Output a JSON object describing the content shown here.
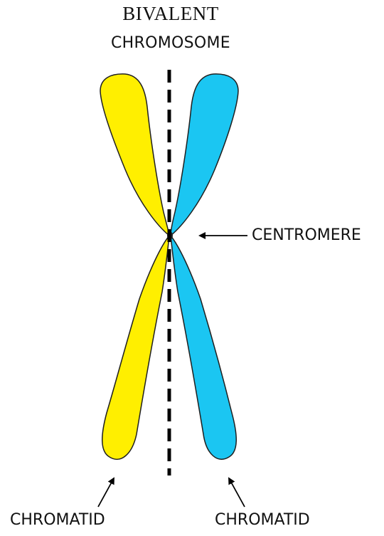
{
  "title": "BIVALENT",
  "subtitle": "CHROMOSOME",
  "labels": {
    "centromere": "CENTROMERE",
    "chromatid_left": "CHROMATID",
    "chromatid_right": "CHROMATID"
  },
  "colors": {
    "left_chromatid": "#ffef00",
    "right_chromatid": "#1bc6f2",
    "outline": "#1f1f1f",
    "axis_line": "#000000",
    "text": "#111111"
  },
  "icons": {
    "centromere_pointer": "arrow-left-icon",
    "chromatid_pointer": "arrow-up-icon"
  }
}
